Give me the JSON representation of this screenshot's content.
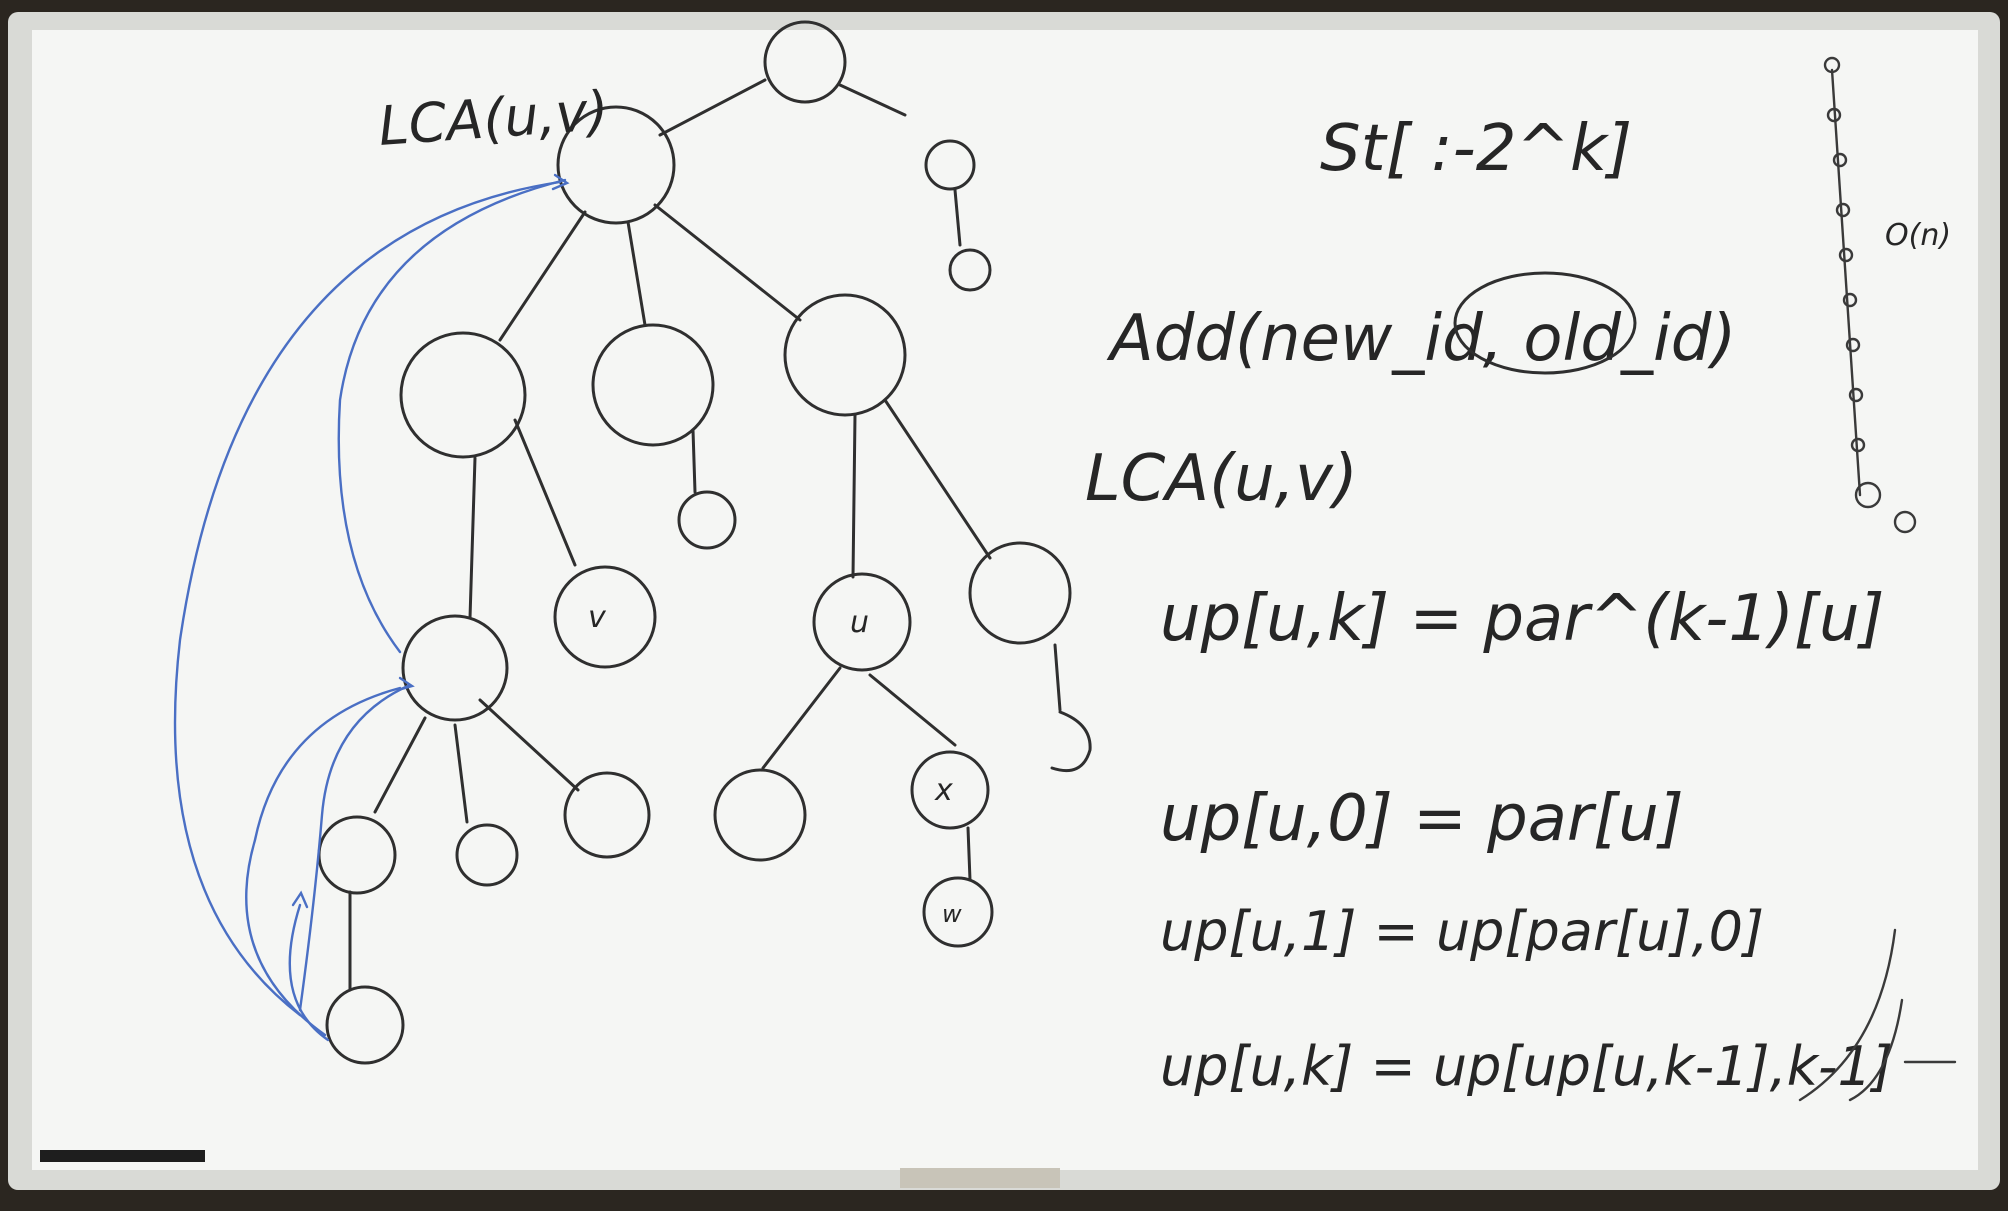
{
  "colors": {
    "board": "#f5f6f4",
    "frame": "#d9dad6",
    "ink": "#2f2f2f",
    "blue_marker": "#4a6fc4",
    "wall": "#2b2620"
  },
  "board": {
    "tree_labels": {
      "lca_label": "LCA(u,v)",
      "node_v": "v",
      "node_u": "u",
      "node_x": "x",
      "node_w": "w"
    },
    "formulas": {
      "st": "St[ :-2^k]",
      "add": "Add(new_id, old_id)",
      "lca": "LCA(u,v)",
      "up_def": "up[u,k] = par^(k-1)[u]",
      "up_0": "up[u,0] = par[u]",
      "up_1": "up[u,1] = up[par[u],0]",
      "up_k": "up[u,k] = up[up[u,k-1],k-1]"
    },
    "side_note": "O(n)"
  }
}
